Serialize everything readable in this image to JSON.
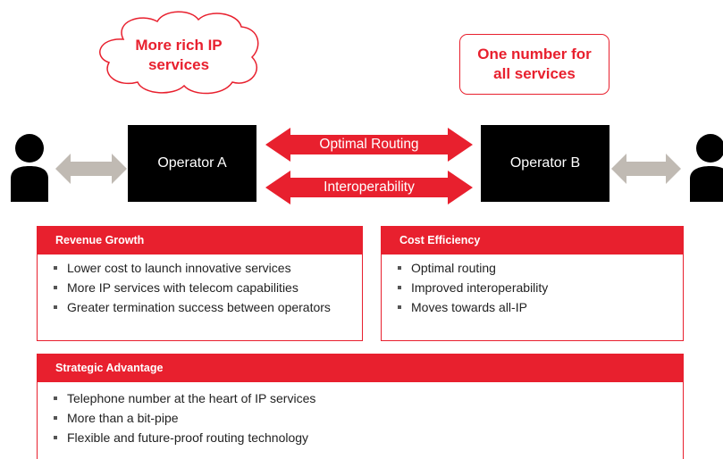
{
  "callouts": {
    "cloud_text": "More rich IP services",
    "box_text": "One number for all services"
  },
  "operators": {
    "a": "Operator A",
    "b": "Operator B"
  },
  "arrows": {
    "top": "Optimal Routing",
    "bottom": "Interoperability"
  },
  "panels": {
    "revenue": {
      "title": "Revenue Growth",
      "items": [
        "Lower cost to launch innovative services",
        "More IP services with telecom capabilities",
        "Greater termination success between operators"
      ]
    },
    "cost": {
      "title": "Cost Efficiency",
      "items": [
        "Optimal routing",
        "Improved interoperability",
        "Moves towards all-IP"
      ]
    },
    "strategic": {
      "title": "Strategic Advantage",
      "items": [
        "Telephone number at the heart of IP services",
        "More than a bit-pipe",
        "Flexible and future-proof routing technology"
      ]
    }
  },
  "colors": {
    "accent": "#e8202e",
    "operator_bg": "#000000",
    "link_arrow": "#c0bab3"
  }
}
